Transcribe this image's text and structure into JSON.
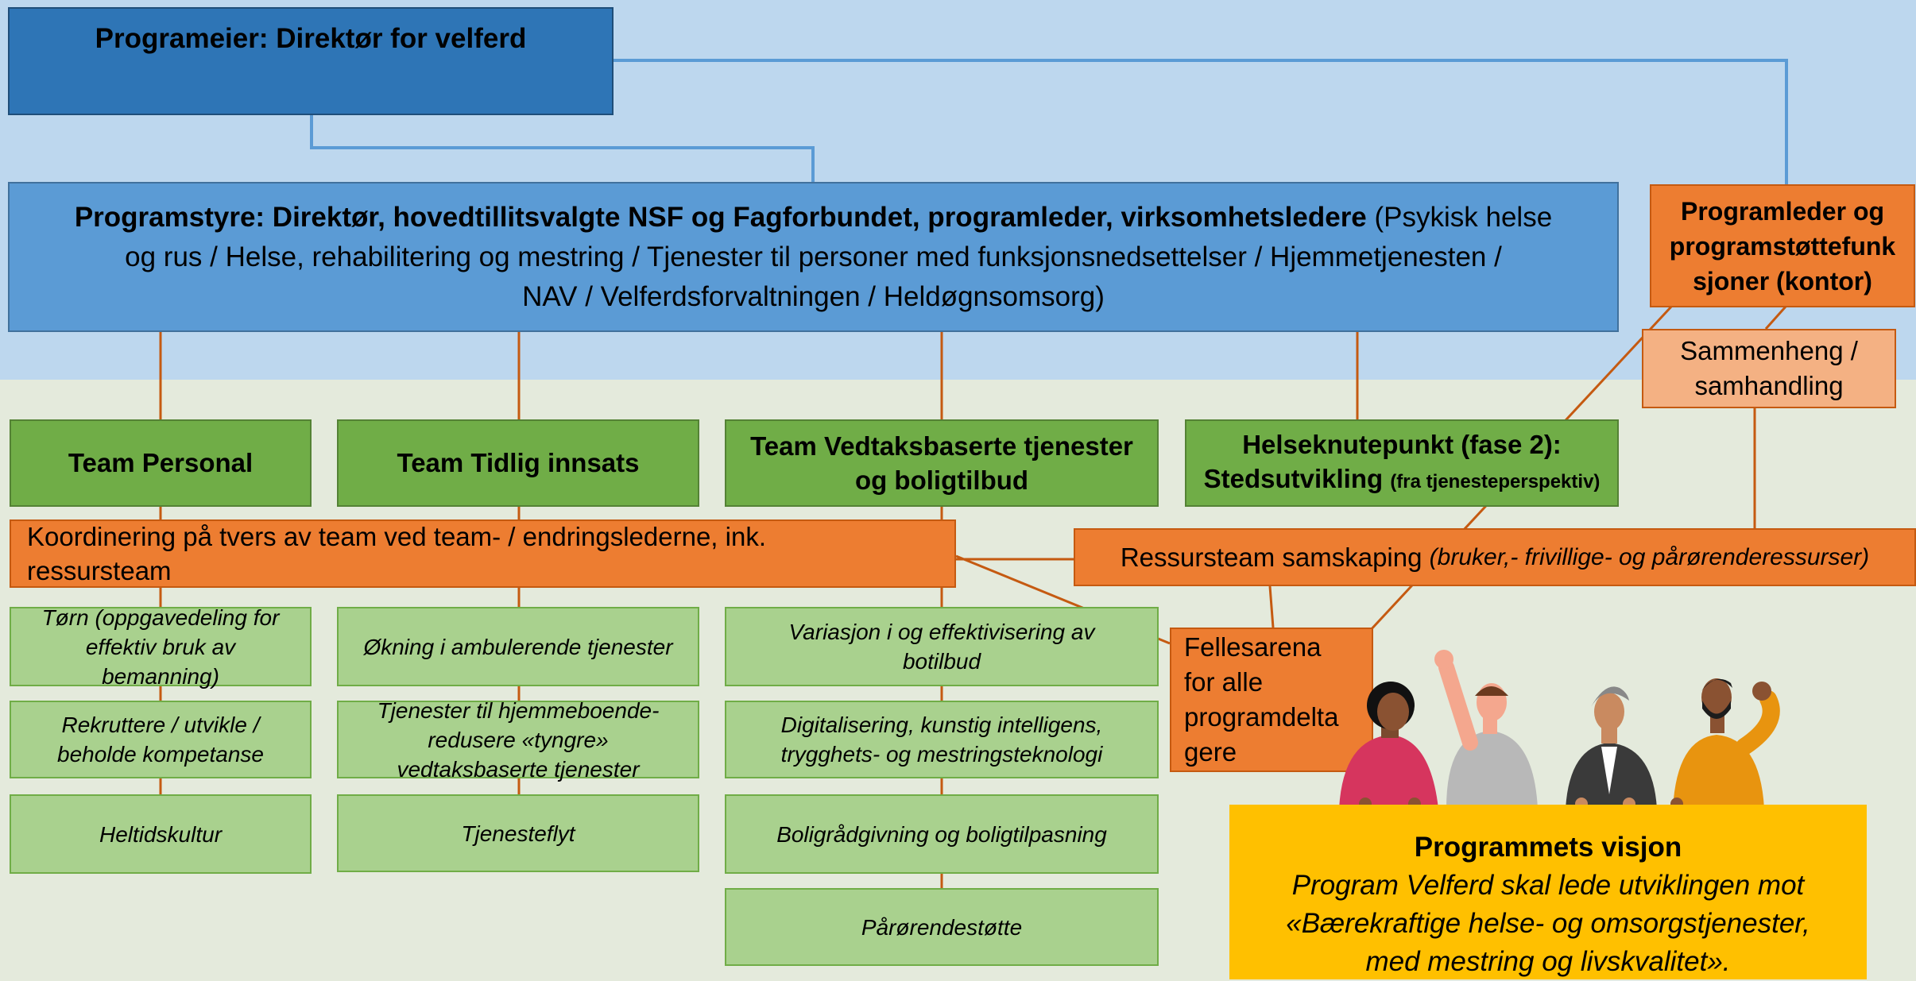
{
  "colors": {
    "dark_blue": "#2e75b6",
    "mid_blue": "#5b9bd5",
    "light_blue_bg": "#bdd7ee",
    "green": "#70ad47",
    "light_green": "#a9d18e",
    "orange": "#ed7d31",
    "light_orange": "#f4b183",
    "yellow": "#ffc000",
    "connector_orange": "#c55a11",
    "connector_blue": "#5b9bd5"
  },
  "owner": {
    "label": "Programeier: Direktør for velferd"
  },
  "board": {
    "bold": "Programstyre: Direktør, hovedtillitsvalgte NSF og Fagforbundet, programleder, virksomhetsledere",
    "line1_rest": " (Psykisk helse",
    "line2": "og rus / Helse, rehabilitering og mestring / Tjenester til personer med funksjonsnedsettelser / Hjemmetjenesten /",
    "line3": "NAV / Velferdsforvaltningen / Heldøgnsomsorg)"
  },
  "program_manager": {
    "line1": "Programleder og",
    "line2": "programstøttefunk",
    "line3": "sjoner (kontor)"
  },
  "coherence": {
    "line1": "Sammenheng /",
    "line2": "samhandling"
  },
  "teams": {
    "personal": "Team Personal",
    "early": "Team Tidlig innsats",
    "decision_line1": "Team Vedtaksbaserte tjenester",
    "decision_line2": "og boligtilbud",
    "hub_line1": "Helseknutepunkt (fase 2):",
    "hub_line2": "Stedsutvikling",
    "hub_small": "(fra tjenesteperspektiv)"
  },
  "coordination": {
    "line1": "Koordinering på tvers av team ved team- / endringslederne, ink.",
    "line2": "ressursteam"
  },
  "resource_team": {
    "text": "Ressursteam samskaping ",
    "italic": "(bruker,- frivillige- og pårørenderessurser)"
  },
  "shared_arena": {
    "line1": "Fellesarena",
    "line2": "for alle",
    "line3": "programdelta",
    "line4": "gere"
  },
  "personal_items": [
    {
      "l1": "Tørn (oppgavedeling for",
      "l2": "effektiv bruk av",
      "l3": "bemanning)"
    },
    {
      "l1": "Rekruttere / utvikle /",
      "l2": "beholde kompetanse"
    },
    {
      "l1": "Heltidskultur"
    }
  ],
  "early_items": [
    {
      "l1": "Økning i ambulerende tjenester"
    },
    {
      "l1": "Tjenester til hjemmeboende-",
      "l2": "redusere «tyngre»",
      "l3": "vedtaksbaserte tjenester"
    },
    {
      "l1": "Tjenesteflyt"
    }
  ],
  "decision_items": [
    {
      "l1": "Variasjon i og effektivisering av",
      "l2": "botilbud"
    },
    {
      "l1": "Digitalisering, kunstig intelligens,",
      "l2": "trygghets- og mestringsteknologi"
    },
    {
      "l1": "Boligrådgivning og boligtilpasning"
    },
    {
      "l1": "Pårørendestøtte"
    }
  ],
  "vision": {
    "title": "Programmets visjon",
    "line1": "Program Velferd skal lede utviklingen mot",
    "line2": "«Bærekraftige helse- og omsorgstjenester,",
    "line3": "med mestring og livskvalitet»."
  }
}
